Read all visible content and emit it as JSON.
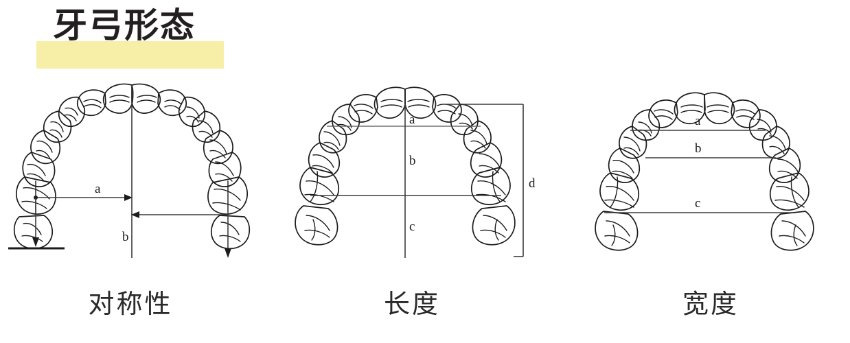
{
  "title": {
    "text": "牙弓形态",
    "highlight_color": "#f7efa8",
    "text_color": "#231f20"
  },
  "figure": {
    "background_color": "#ffffff",
    "line_color": "#1b1b1b",
    "panels": [
      {
        "id": "symmetry",
        "caption": "对称性",
        "description": "dental-arch-symmetry",
        "measure_labels": [
          {
            "key": "a",
            "label": "a",
            "meaning": "horizontal-distance-to-midline"
          },
          {
            "key": "b",
            "label": "b",
            "meaning": "midline-vertical-reference"
          }
        ]
      },
      {
        "id": "length",
        "caption": "长度",
        "description": "dental-arch-length",
        "measure_labels": [
          {
            "key": "a",
            "label": "a",
            "meaning": "anterior-segment-length"
          },
          {
            "key": "b",
            "label": "b",
            "meaning": "mid-segment-length"
          },
          {
            "key": "c",
            "label": "c",
            "meaning": "posterior-segment-length"
          },
          {
            "key": "d",
            "label": "d",
            "meaning": "total-arch-length"
          }
        ]
      },
      {
        "id": "width",
        "caption": "宽度",
        "description": "dental-arch-width",
        "measure_labels": [
          {
            "key": "a",
            "label": "a",
            "meaning": "anterior-arch-width"
          },
          {
            "key": "b",
            "label": "b",
            "meaning": "mid-arch-width"
          },
          {
            "key": "c",
            "label": "c",
            "meaning": "posterior-arch-width"
          }
        ]
      }
    ]
  }
}
